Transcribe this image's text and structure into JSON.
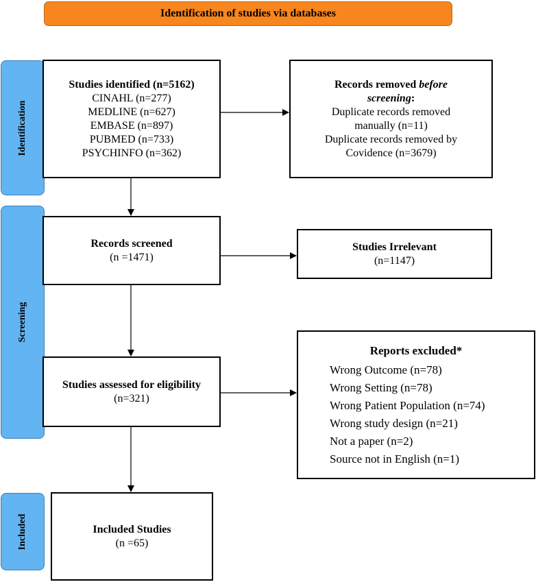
{
  "header": {
    "title": "Identification of studies via databases"
  },
  "stages": {
    "identification": "Identification",
    "screening": "Screening",
    "included": "Included"
  },
  "identified": {
    "title": "Studies identified (n=5162)",
    "sources": [
      "CINAHL (n=277)",
      "MEDLINE (n=627)",
      "EMBASE (n=897)",
      "PUBMED (n=733)",
      "PSYCHINFO (n=362)"
    ]
  },
  "removed": {
    "title_a": "Records removed ",
    "title_b": "before",
    "title_c": "screening",
    "title_d": ":",
    "lines": [
      "Duplicate records removed",
      "manually (n=11)",
      "Duplicate records removed by",
      "Covidence (n=3679)"
    ]
  },
  "screened": {
    "title": "Records screened",
    "count": "(n =1471)"
  },
  "irrelevant": {
    "title": "Studies Irrelevant",
    "count": "(n=1147)"
  },
  "eligibility": {
    "title": "Studies assessed for eligibility",
    "count": "(n=321)"
  },
  "excluded": {
    "title": "Reports excluded*",
    "reasons": [
      "Wrong Outcome (n=78)",
      "Wrong Setting (n=78)",
      "Wrong Patient Population (n=74)",
      "Wrong study design (n=21)",
      "Not a paper (n=2)",
      "Source not in English (n=1)"
    ]
  },
  "included": {
    "title": "Included Studies",
    "count": "(n =65)"
  },
  "colors": {
    "header": "#f7861f",
    "stage": "#63b4f2"
  }
}
